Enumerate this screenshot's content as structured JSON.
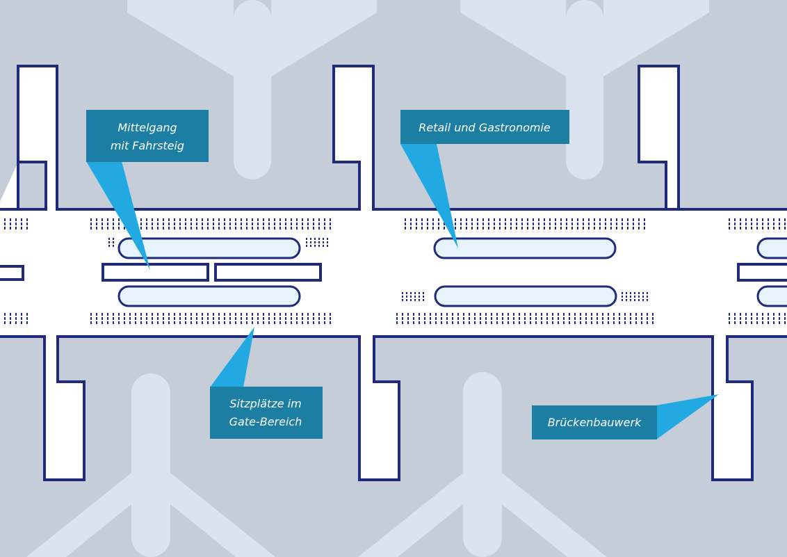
{
  "colors": {
    "apron": "#c5ced8",
    "aircraft": "#dae3ee",
    "structure_fill": "#ffffff",
    "structure_outline": "#1f2a7a",
    "walkway_fill": "#e6f3fb",
    "callout_box": "#1d7ea3",
    "callout_pointer": "#22a9e1",
    "callout_text": "#ffffff"
  },
  "icons": {
    "aircraft": "airplane-icon",
    "seating": "seat-row-icon"
  },
  "callouts": {
    "mittelgang": {
      "line1": "Mittelgang",
      "line2": "mit Fahrsteig"
    },
    "retail": {
      "line1": "Retail und Gastronomie"
    },
    "sitzplaetze": {
      "line1": "Sitzplätze im",
      "line2": "Gate-Bereich"
    },
    "bruecke": {
      "line1": "Brückenbauwerk"
    }
  }
}
